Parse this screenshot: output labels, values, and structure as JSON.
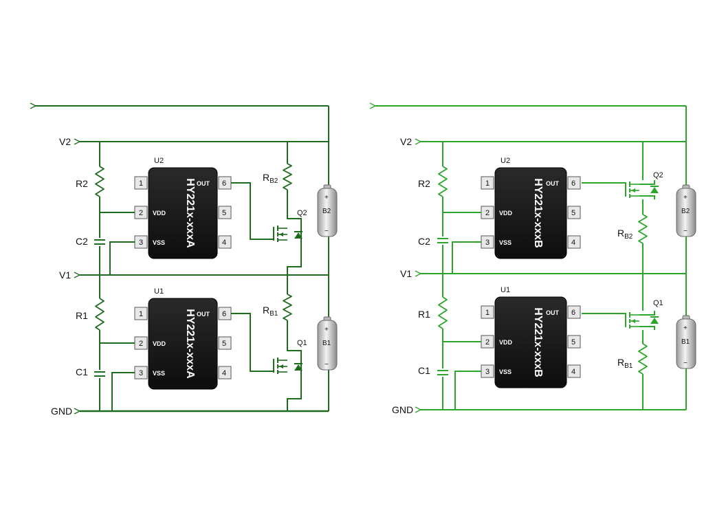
{
  "colors": {
    "left_wire": "#1d6b1d",
    "right_wire": "#2aa52a",
    "chip": "#1a1a1a"
  },
  "left": {
    "rails": {
      "v2": "V2",
      "v1": "V1",
      "gnd": "GND"
    },
    "resistors": {
      "r2": "R2",
      "r1": "R1",
      "rb2": "RB2",
      "rb1": "RB1"
    },
    "capacitors": {
      "c2": "C2",
      "c1": "C1"
    },
    "ic_top": {
      "ref": "U2",
      "part": "HY221x-xxxA",
      "pins": [
        "1",
        "2",
        "3",
        "4",
        "5",
        "6"
      ],
      "vdd": "VDD",
      "vss": "VSS",
      "out": "OUT"
    },
    "ic_bottom": {
      "ref": "U1",
      "part": "HY221x-xxxA",
      "pins": [
        "1",
        "2",
        "3",
        "4",
        "5",
        "6"
      ],
      "vdd": "VDD",
      "vss": "VSS",
      "out": "OUT"
    },
    "transistors": {
      "q2": "Q2",
      "q1": "Q1"
    },
    "batteries": {
      "b2": "B2",
      "b1": "B1",
      "plus": "+",
      "minus": "−"
    }
  },
  "right": {
    "rails": {
      "v2": "V2",
      "v1": "V1",
      "gnd": "GND"
    },
    "resistors": {
      "r2": "R2",
      "r1": "R1",
      "rb2": "RB2",
      "rb1": "RB1"
    },
    "capacitors": {
      "c2": "C2",
      "c1": "C1"
    },
    "ic_top": {
      "ref": "U2",
      "part": "HY221x-xxxB",
      "pins": [
        "1",
        "2",
        "3",
        "4",
        "5",
        "6"
      ],
      "vdd": "VDD",
      "vss": "VSS",
      "out": "OUT"
    },
    "ic_bottom": {
      "ref": "U1",
      "part": "HY221x-xxxB",
      "pins": [
        "1",
        "2",
        "3",
        "4",
        "5",
        "6"
      ],
      "vdd": "VDD",
      "vss": "VSS",
      "out": "OUT"
    },
    "transistors": {
      "q2": "Q2",
      "q1": "Q1"
    },
    "batteries": {
      "b2": "B2",
      "b1": "B1",
      "plus": "+",
      "minus": "−"
    }
  }
}
